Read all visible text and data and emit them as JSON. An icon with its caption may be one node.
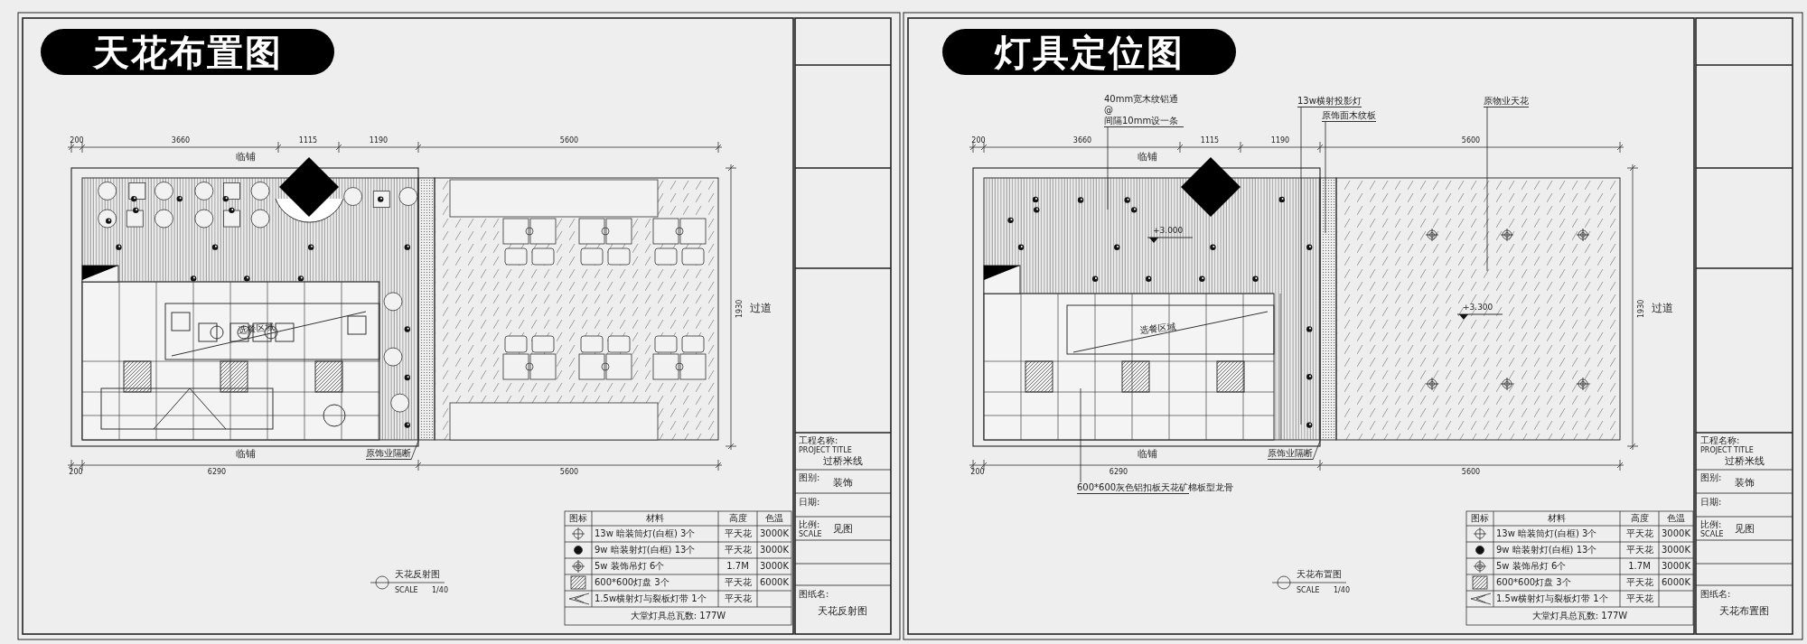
{
  "diagram": {
    "nodes": [
      {
        "text": [
          "原饰业隔断"
        ]
      },
      {
        "text": [
          "40mm宽木纹铝通@间隔10mm设一条"
        ]
      },
      {
        "text": [
          "13w横射投影灯"
        ]
      },
      {
        "text": [
          "原饰面木纹板"
        ]
      },
      {
        "text": [
          "原物业天花"
        ]
      },
      {
        "text": [
          "600*600灰色铝扣板天花矿棉板型龙骨"
        ]
      },
      {
        "text": [
          "原饰业隔断"
        ]
      }
    ],
    "edges": [
      {
        "from": 0,
        "to": null,
        "arrow": "none"
      },
      {
        "from": 1,
        "to": null,
        "arrow": "none"
      },
      {
        "from": 2,
        "to": null,
        "arrow": "none"
      },
      {
        "from": 3,
        "to": null,
        "arrow": "none"
      },
      {
        "from": 4,
        "to": null,
        "arrow": "none"
      },
      {
        "from": 5,
        "to": null,
        "arrow": "none"
      },
      {
        "from": 6,
        "to": null,
        "arrow": "none"
      }
    ],
    "labels": [
      "天花布置图",
      "200",
      "3660",
      "1115",
      "1190",
      "5600",
      "临铺",
      "1930",
      "过道",
      "选餐区域",
      "临铺",
      "200",
      "6290",
      "5600",
      "天花反射图",
      "SCALE",
      "1/40",
      "图标",
      "材料",
      "高度",
      "色温",
      "13w 暗装筒灯(白框) 3个",
      "平天花",
      "3000K",
      "9w 暗装射灯(白框) 13个",
      "平天花",
      "3000K",
      "5w 装饰吊灯 6个",
      "1.7M",
      "3000K",
      "600*600灯盘 3个",
      "平天花",
      "6000K",
      "1.5w横射灯与裂板灯带 1个",
      "平天花",
      "大堂灯具总瓦数: 177W",
      "工程名称:",
      "PROJECT TITLE",
      "过桥米线",
      "图别:",
      "装饰",
      "日期:",
      "比例:",
      "SCALE",
      "见图",
      "图纸名:",
      "天花反射图",
      "灯具定位图",
      "200",
      "3660",
      "1115",
      "1190",
      "5600",
      "临铺",
      "1930",
      "过道",
      "+3.000",
      "+3.300",
      "选餐区域",
      "临铺",
      "200",
      "6290",
      "5600",
      "天花布置图",
      "SCALE",
      "1/40",
      "图标",
      "材料",
      "高度",
      "色温",
      "13w 暗装筒灯(白框) 3个",
      "平天花",
      "3000K",
      "9w 暗装射灯(白框) 13个",
      "平天花",
      "3000K",
      "5w 装饰吊灯 6个",
      "1.7M",
      "3000K",
      "600*600灯盘 3个",
      "平天花",
      "6000K",
      "1.5w横射灯与裂板灯带 1个",
      "平天花",
      "大堂灯具总瓦数: 177W",
      "工程名称:",
      "PROJECT TITLE",
      "过桥米线",
      "图别:",
      "装饰",
      "日期:",
      "比例:",
      "SCALE",
      "见图",
      "图纸名:",
      "天花布置图"
    ]
  }
}
